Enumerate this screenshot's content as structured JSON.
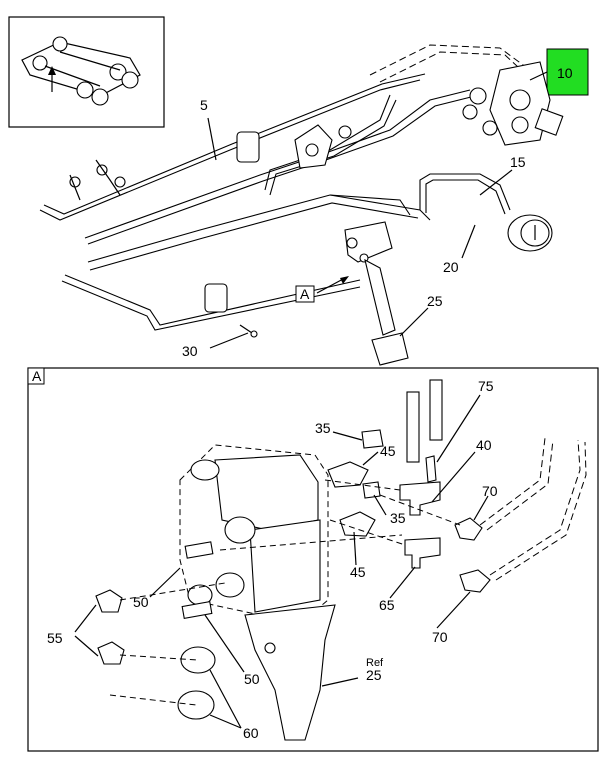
{
  "highlight_color": "#22dd22",
  "labels": {
    "p10": "10",
    "p5": "5",
    "p15": "15",
    "p20": "20",
    "p25_top": "25",
    "p30": "30",
    "view_a_top": "A",
    "view_a_box": "A",
    "p35_a": "35",
    "p45_a": "45",
    "p75": "75",
    "p40": "40",
    "p70_a": "70",
    "p35_b": "35",
    "p45_b": "45",
    "p50_a": "50",
    "p55": "55",
    "p65": "65",
    "p70_b": "70",
    "p50_b": "50",
    "ref": "Ref",
    "p25_bottom": "25",
    "p60": "60"
  }
}
